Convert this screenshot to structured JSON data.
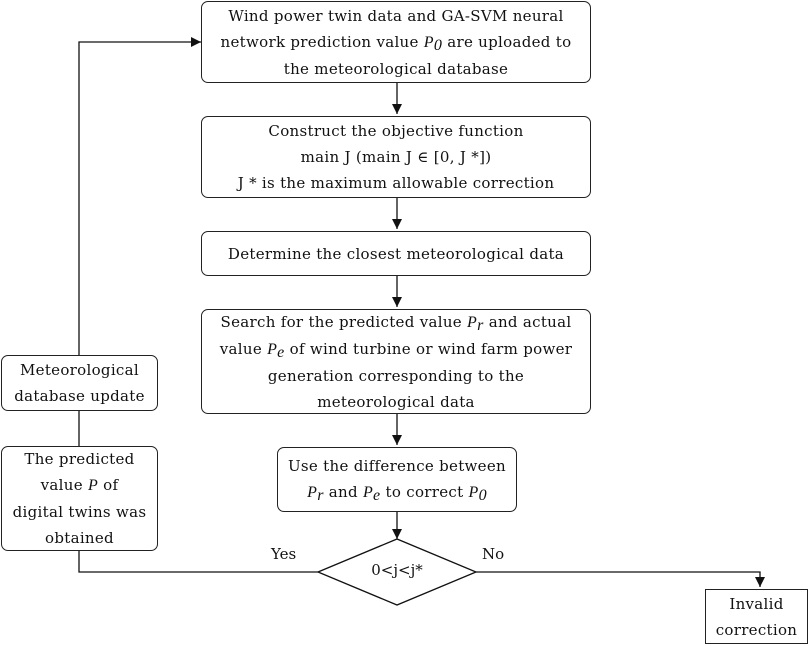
{
  "nodes": {
    "upload": {
      "line1": "Wind power twin data and GA-SVM neural",
      "line2_pre": "network prediction value ",
      "p0_sym": "P",
      "p0_sub": "0",
      "line2_post": " are uploaded to",
      "line3": "the meteorological database"
    },
    "objective": {
      "line1": "Construct the objective function",
      "line2": "main J (main J ∈ [0, J *])",
      "line3": "J * is the maximum allowable correction"
    },
    "closest": {
      "line1": "Determine the closest meteorological data"
    },
    "search": {
      "line1_pre": "Search for the predicted value ",
      "pr_sym": "P",
      "pr_sub": "r",
      "line1_post": " and actual",
      "line2_pre": "value ",
      "pe_sym": "P",
      "pe_sub": "e",
      "line2_post": " of wind turbine or wind farm power",
      "line3": "generation corresponding to the",
      "line4": "meteorological data"
    },
    "difference": {
      "line1": "Use the difference between",
      "pr_sym": "P",
      "pr_sub": "r",
      "and_text": " and ",
      "pe_sym": "P",
      "pe_sub": "e",
      "to_correct": " to correct ",
      "p0_sym": "P",
      "p0_sub": "0"
    },
    "condition": {
      "text": "0<j<j*"
    },
    "update": {
      "line1": "Meteorological",
      "line2": "database update"
    },
    "predicted": {
      "line1": "The predicted",
      "line2_pre": "value ",
      "p_sym": "P",
      "line2_post": " of",
      "line3": "digital twins was",
      "line4": "obtained"
    },
    "invalid": {
      "line1": "Invalid",
      "line2": "correction"
    }
  },
  "edge_labels": {
    "yes": "Yes",
    "no": "No"
  }
}
